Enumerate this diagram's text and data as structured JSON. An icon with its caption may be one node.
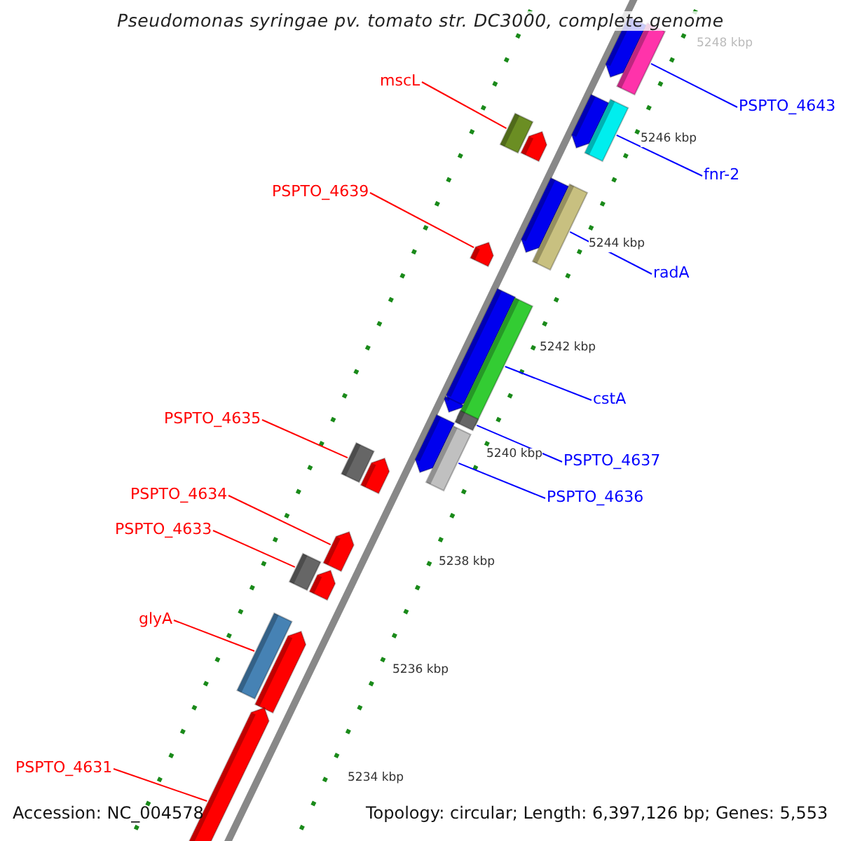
{
  "diagram": {
    "title": "Pseudomonas syringae pv. tomato str. DC3000, complete genome",
    "nodes": [
      {
        "text": [
          "PSPTO_4643"
        ]
      },
      {
        "text": [],
        "shape": "bar"
      },
      {
        "text": [
          "mscL"
        ]
      },
      {
        "text": [],
        "shape": "bar"
      },
      {
        "text": [
          "fnr-2"
        ]
      },
      {
        "text": [],
        "shape": "bar"
      },
      {
        "text": [
          "PSPTO_4639"
        ]
      },
      {
        "text": [],
        "shape": "arrow"
      },
      {
        "text": [
          "radA"
        ]
      },
      {
        "text": [],
        "shape": "bar"
      },
      {
        "text": [
          "cstA"
        ]
      },
      {
        "text": [],
        "shape": "bar"
      },
      {
        "text": [
          "PSPTO_4635"
        ]
      },
      {
        "text": [],
        "shape": "bar"
      },
      {
        "text": [
          "PSPTO_4637"
        ]
      },
      {
        "text": [],
        "shape": "bar"
      },
      {
        "text": [
          "PSPTO_4636"
        ]
      },
      {
        "text": [],
        "shape": "bar"
      },
      {
        "text": [
          "PSPTO_4634"
        ]
      },
      {
        "text": [],
        "shape": "arrow"
      },
      {
        "text": [
          "PSPTO_4633"
        ]
      },
      {
        "text": [],
        "shape": "bar"
      },
      {
        "text": [
          "glyA"
        ]
      },
      {
        "text": [],
        "shape": "bar"
      },
      {
        "text": [
          "PSPTO_4631"
        ]
      },
      {
        "text": [],
        "shape": "arrow"
      }
    ],
    "edges": [
      {
        "from": 0,
        "to": 1,
        "arrow": "none",
        "color": "#0000ff"
      },
      {
        "from": 2,
        "to": 3,
        "arrow": "none",
        "color": "#ff0000"
      },
      {
        "from": 4,
        "to": 5,
        "arrow": "none",
        "color": "#0000ff"
      },
      {
        "from": 6,
        "to": 7,
        "arrow": "none",
        "color": "#ff0000"
      },
      {
        "from": 8,
        "to": 9,
        "arrow": "none",
        "color": "#0000ff"
      },
      {
        "from": 10,
        "to": 11,
        "arrow": "none",
        "color": "#0000ff"
      },
      {
        "from": 12,
        "to": 13,
        "arrow": "none",
        "color": "#ff0000"
      },
      {
        "from": 14,
        "to": 15,
        "arrow": "none",
        "color": "#0000ff"
      },
      {
        "from": 16,
        "to": 17,
        "arrow": "none",
        "color": "#0000ff"
      },
      {
        "from": 18,
        "to": 19,
        "arrow": "none",
        "color": "#ff0000"
      },
      {
        "from": 20,
        "to": 21,
        "arrow": "none",
        "color": "#ff0000"
      },
      {
        "from": 22,
        "to": 23,
        "arrow": "none",
        "color": "#ff0000"
      },
      {
        "from": 24,
        "to": 25,
        "arrow": "none",
        "color": "#ff0000"
      }
    ],
    "labels": [
      "5248 kbp",
      "5246 kbp",
      "5244 kbp",
      "5242 kbp",
      "5240 kbp",
      "5238 kbp",
      "5236 kbp",
      "5234 kbp",
      "Accession: NC_004578",
      "Topology: circular; Length: 6,397,126 bp; Genes: 5,553"
    ]
  }
}
